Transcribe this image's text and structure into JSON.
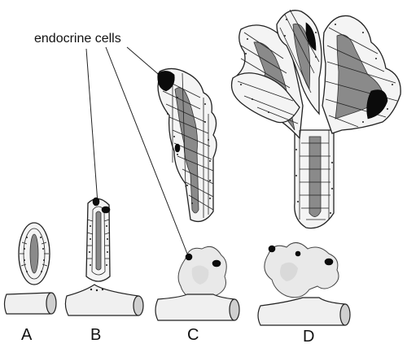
{
  "callout": {
    "label": "endocrine cells"
  },
  "panels": {
    "a": "A",
    "b": "B",
    "c": "C",
    "d": "D"
  },
  "colors": {
    "endocrine_cell": "#0b0b0b",
    "lumen": "#8a8a8a",
    "tissue": "#f0f0f0"
  }
}
